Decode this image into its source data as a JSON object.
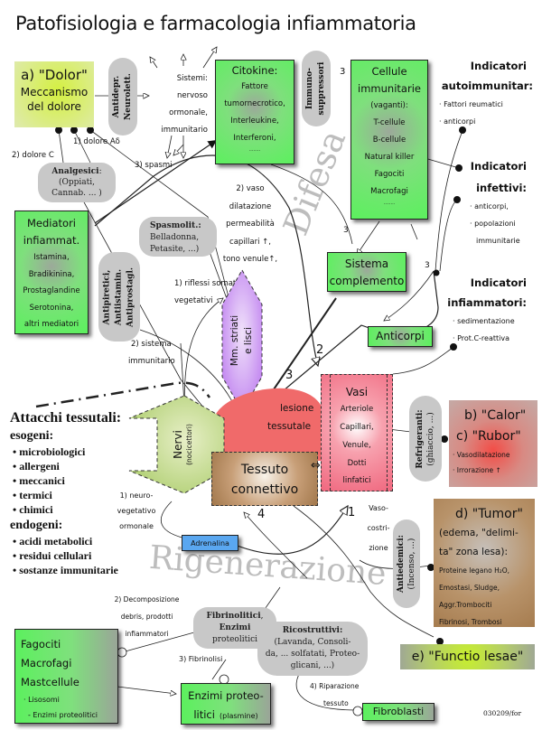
{
  "title": "Patofisiologia e farmacologia infiammatoria",
  "dolor": {
    "line1": "a) \"Dolor\"",
    "line2": "Meccanismo",
    "line3": "del dolore"
  },
  "antidepr": {
    "line1": "Antidepr.",
    "line2": "Neurolett."
  },
  "sistemi": {
    "line1": "Sistemi:",
    "line2": "nervoso",
    "line3": "ormonale,",
    "line4": "immunitario"
  },
  "citokine": {
    "title": "Citokine:",
    "items": [
      "Fattore",
      "tumornecrotico,",
      "Interleukine,",
      "Interferoni,",
      "........"
    ]
  },
  "immuno": {
    "line1": "Immuno-",
    "line2": "suppressori"
  },
  "cellule": {
    "title1": "Cellule",
    "title2": "immunitarie",
    "items": [
      "(vaganti):",
      "T-cellule",
      "B-cellule",
      "Natural killer",
      "Fagociti",
      "Macrofagi",
      "........"
    ]
  },
  "ind_auto": {
    "h1": "Indicatori",
    "h2": "autoimmunitar:",
    "items": [
      "· Fattori reumatici",
      "· anticorpi"
    ]
  },
  "ind_inf": {
    "h1": "Indicatori",
    "h2": "infettivi:",
    "items": [
      "· anticorpi,",
      "· popolazioni",
      "immunitarie"
    ]
  },
  "ind_infiam": {
    "h1": "Indicatori",
    "h2": "infiammatori:",
    "items": [
      "· sedimentazione",
      "· Prot.C-reattiva"
    ]
  },
  "labels": {
    "dolore_c": "2) dolore C",
    "dolore_ad": "1) dolore Aδ",
    "spasmi": "3) spasmi",
    "vaso": [
      "2) vaso",
      "dilatazione",
      "permeabilità",
      "capillari ↑,",
      "tono venule↑,"
    ],
    "riflessi": [
      "1) riflessi somat.,",
      "vegetativi"
    ],
    "sistema_imm": [
      "2) sistema",
      "immunitario"
    ],
    "neuro": [
      "1) neuro-",
      "vegetativo",
      "ormonale"
    ],
    "vasocostr": [
      "Vaso-",
      "costri-",
      "zione"
    ],
    "decomp": [
      "2) Decomposizione",
      "debris, prodotti",
      "infiammatori"
    ],
    "fibrinolisi": "3) Fibrinolisi",
    "riparazione": [
      "4) Riparazione",
      "tessuto"
    ],
    "n3a": "3",
    "n3b": "3",
    "n3c": "3",
    "n3d": "3",
    "n2": "2",
    "n1": "1",
    "n4": "4",
    "footer": "030209/for"
  },
  "analgesici": {
    "bold": "Analgesici",
    "rest": ":",
    "line2": "(Oppiati,",
    "line3": "Cannab. ... )"
  },
  "mediatori": {
    "title1": "Mediatori",
    "title2": "infiammat.",
    "items": [
      "Istamina,",
      "Bradikinina,",
      "Prostaglandine",
      "Serotonina,",
      "altri mediatori"
    ]
  },
  "spasmolit": {
    "bold": "Spasmolit.:",
    "line2": "Belladonna,",
    "line3": "Petasite, ...)"
  },
  "antipir": {
    "l1": "Antipiretici,",
    "l2": "Antiistamin.",
    "l3": "Antiprostagl."
  },
  "complemento": {
    "line1": "Sistema",
    "line2": "complemento"
  },
  "anticorpi": "Anticorpi",
  "mm": {
    "line1": "Mm. striati",
    "line2": "e lisci"
  },
  "lesione": {
    "line1": "lesione",
    "line2": "tessutale"
  },
  "vasi": {
    "title": "Vasi",
    "items": [
      "Arteriole",
      "Capillari,",
      "Venule,",
      "Dotti",
      "linfatici"
    ]
  },
  "nervi": {
    "title": "Nervi",
    "sub": "(nocicettori)"
  },
  "tessuto": {
    "line1": "Tessuto",
    "line2": "connettivo"
  },
  "refrig": {
    "bold": "Refrigeranti:",
    "sub": "(ghiaccio, ...)"
  },
  "calor": {
    "b": "b) \"Calor\"",
    "c": "c) \"Rubor\"",
    "items": [
      "· Vasodilatazione",
      "· Irrorazione ↑"
    ]
  },
  "attacchi": {
    "title": "Attacchi tessutali:",
    "esogeni": "esogeni:",
    "eso_items": [
      "• microbiologici",
      "• allergeni",
      "• meccanici",
      "• termici",
      "• chimici"
    ],
    "endogeni": "endogeni:",
    "endo_items": [
      "• acidi metabolici",
      "• residui cellulari",
      "• sostanze immunitarie"
    ]
  },
  "adrenalina": "Adrenalina",
  "antiedem": {
    "bold": "Antiedemici:",
    "sub": "(Incenso, ...)"
  },
  "tumor": {
    "title": "d) \"Tumor\"",
    "l2": "(edema, \"delimi-",
    "l3": "ta\"  zona lesa):",
    "items": [
      "Proteine legano H₂O,",
      "Emostasi, Sludge,",
      "Aggr.Trombociti",
      "Fibrinosi, Trombosi"
    ]
  },
  "functio": "e) \"Functio lesae\"",
  "watermarks": {
    "difesa": "Difesa",
    "rigenerazione": "Rigenerazione"
  },
  "fagociti": {
    "items": [
      "Fagociti",
      "Macrofagi",
      "Mastcellule"
    ],
    "sub": [
      "· Lisosomi",
      "- Enzimi proteolitici"
    ]
  },
  "fibrinolitici": {
    "b1": "Fibrinolitici",
    "r1": ",",
    "b2": "Enzimi",
    "l3": "proteolitici"
  },
  "ricostruttivi": {
    "bold": "Ricostruttivi:",
    "lines": [
      "(Lavanda, Consoli-",
      "da, ... solfatati, Proteo-",
      "glicani, ...)"
    ]
  },
  "enzimi": {
    "l1": "Enzimi proteo-",
    "l2": "litici",
    "l2small": "(plasmine)"
  },
  "fibroblasti": "Fibroblasti",
  "colors": {
    "green": "#5cf05e",
    "red": "#f06a6a",
    "pink": "#f67f93",
    "violet": "#c98af0",
    "tan": "#b48a5e",
    "lime": "#c4f03e",
    "blue": "#5aa7f0",
    "grey": "#c8c8c8"
  }
}
